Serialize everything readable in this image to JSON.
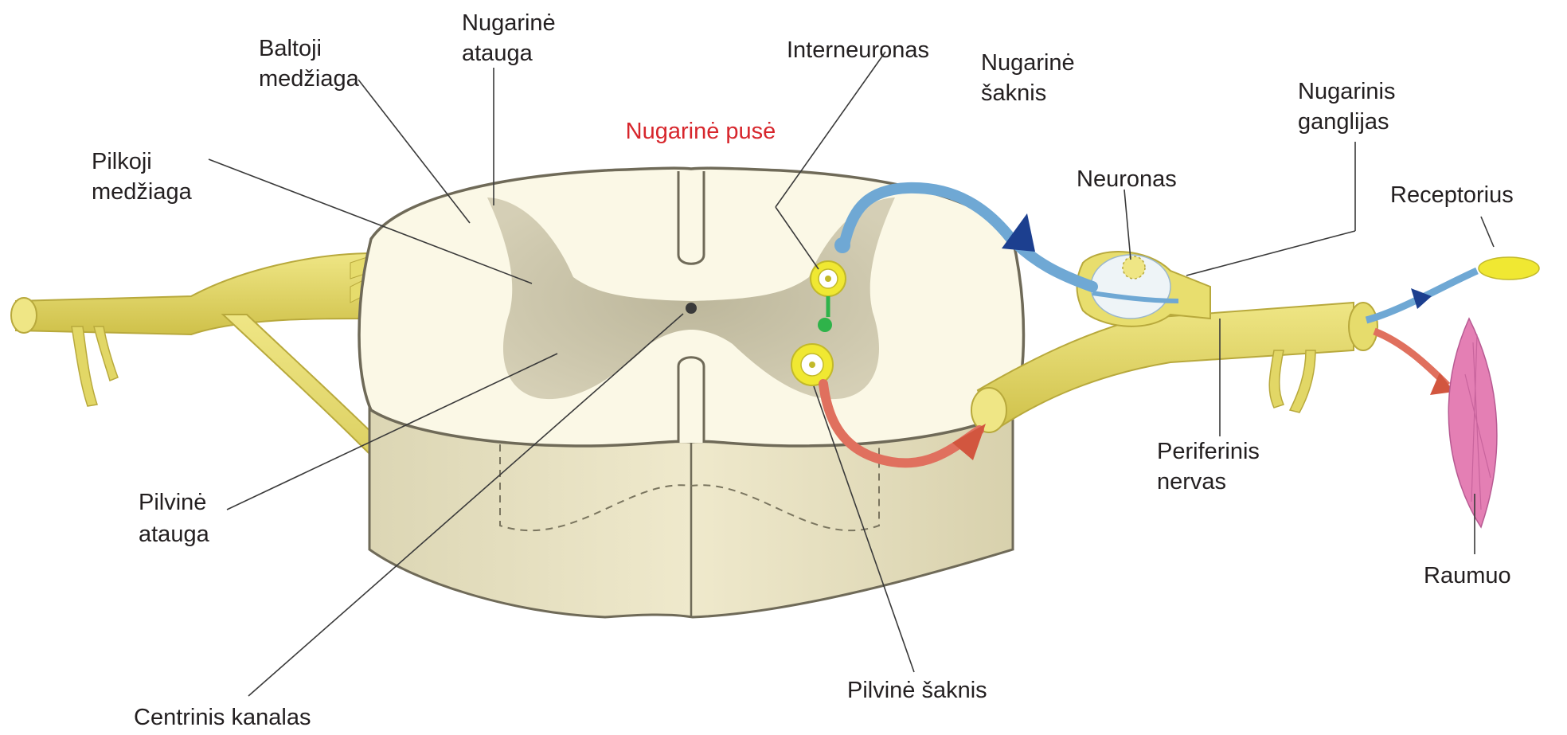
{
  "diagram": {
    "title": "Nugarinė pusė",
    "labels": {
      "nugarine_atauga": [
        "Nugarinė",
        "atauga"
      ],
      "baltoji_medziaga": [
        "Baltoji",
        "medžiaga"
      ],
      "pilkoji_medziaga": [
        "Pilkoji",
        "medžiaga"
      ],
      "interneuronas": [
        "Interneuronas"
      ],
      "nugarine_saknis": [
        "Nugarinė",
        "šaknis"
      ],
      "nugarinis_ganglijas": [
        "Nugarinis",
        "ganglijas"
      ],
      "neuronas": [
        "Neuronas"
      ],
      "receptorius": [
        "Receptorius"
      ],
      "pilvine_atauga": [
        "Pilvinė",
        "atauga"
      ],
      "centrinis_kanalas": [
        "Centrinis kanalas"
      ],
      "pilvine_saknis": [
        "Pilvinė šaknis"
      ],
      "periferinis_nervas": [
        "Periferinis",
        "nervas"
      ],
      "raumuo": [
        "Raumuo"
      ]
    },
    "colors": {
      "nerve": "#e8de6e",
      "white_matter": "#fbf8e6",
      "grey_matter": "#c8c3aa",
      "sensory_pathway": "#6fa8d4",
      "motor_pathway": "#e0705e",
      "interneuron": "#2fb34a",
      "muscle": "#e47fb4",
      "title": "#d7262c"
    }
  }
}
